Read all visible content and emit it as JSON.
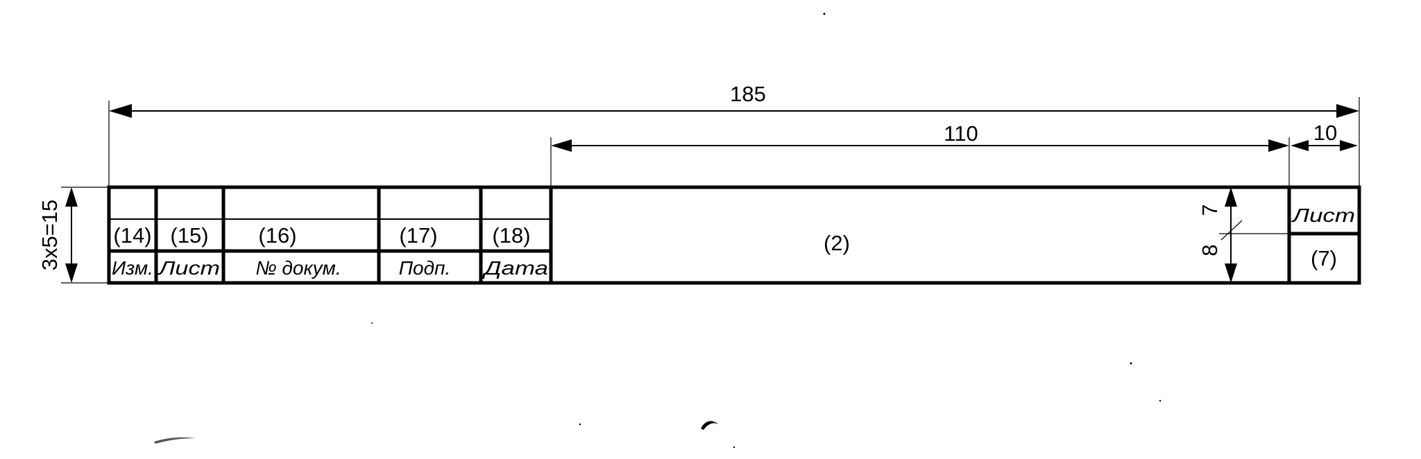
{
  "dimensions": {
    "overall_width": "185",
    "main_field_width": "110",
    "sheet_column_width": "10",
    "total_height": "3x5=15",
    "upper_row_height": "7",
    "lower_row_height": "8"
  },
  "change_block": {
    "field_numbers": [
      "(14)",
      "(15)",
      "(16)",
      "(17)",
      "(18)"
    ],
    "column_labels": [
      "Изм.",
      "Лист",
      "№ докум.",
      "Подп.",
      "Дата"
    ]
  },
  "main_field": {
    "field_number": "(2)"
  },
  "sheet_block": {
    "label": "Лист",
    "field_number": "(7)"
  }
}
